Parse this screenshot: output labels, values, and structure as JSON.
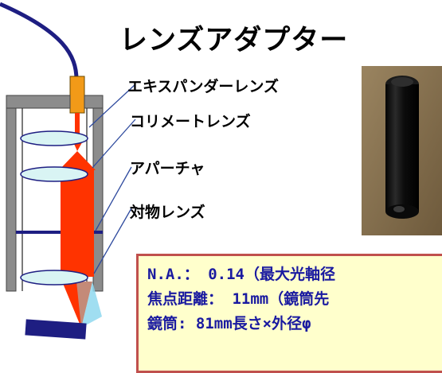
{
  "title": "レンズアダプター",
  "labels": {
    "expander": "エキスパンダーレンズ",
    "collimator": "コリメートレンズ",
    "aperture": "アパーチャ",
    "objective": "対物レンズ"
  },
  "photo": {
    "alt_name": "lens-adapter-photo"
  },
  "specs": {
    "line1": "N.A.： 0.14（最大光軸径",
    "line2": "焦点距離： 11mm（鏡筒先",
    "line3": "鏡筒: 81mm長さ×外径φ"
  },
  "colors": {
    "tube_gray": "#8c8c8c",
    "beam_red": "#ff3300",
    "fiber_navy": "#1e1e82",
    "lens_fill": "#d9f4f4",
    "connector_orange": "#f29a18",
    "spec_text": "#1a1aa0",
    "spec_border": "#c0504d",
    "spec_bg": "#ffffcc",
    "leader_line": "#2e4a9e"
  }
}
